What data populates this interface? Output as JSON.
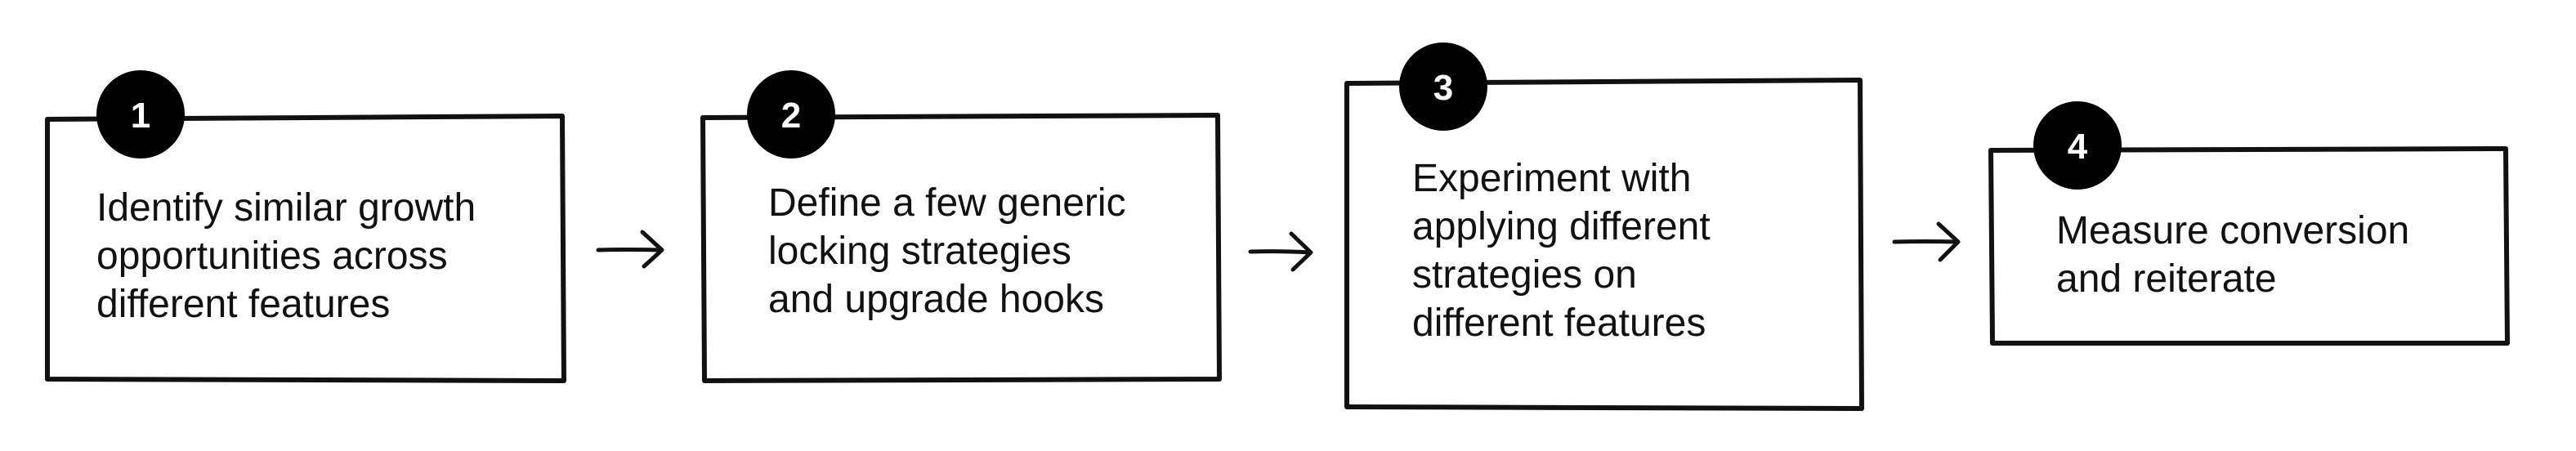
{
  "steps": [
    {
      "number": "1",
      "lines": [
        "Identify similar growth",
        "opportunities across",
        "different features"
      ]
    },
    {
      "number": "2",
      "lines": [
        "Define a few generic",
        "locking strategies",
        "and upgrade hooks"
      ]
    },
    {
      "number": "3",
      "lines": [
        "Experiment with",
        "applying different",
        "strategies on",
        "different features"
      ]
    },
    {
      "number": "4",
      "lines": [
        "Measure conversion",
        "and reiterate"
      ]
    }
  ],
  "arrows": [
    {
      "from": "1",
      "to": "2"
    },
    {
      "from": "2",
      "to": "3"
    },
    {
      "from": "3",
      "to": "4"
    }
  ],
  "colors": {
    "stroke": "#111111",
    "badge_fill": "#000000",
    "badge_text": "#ffffff",
    "background": "#ffffff"
  }
}
